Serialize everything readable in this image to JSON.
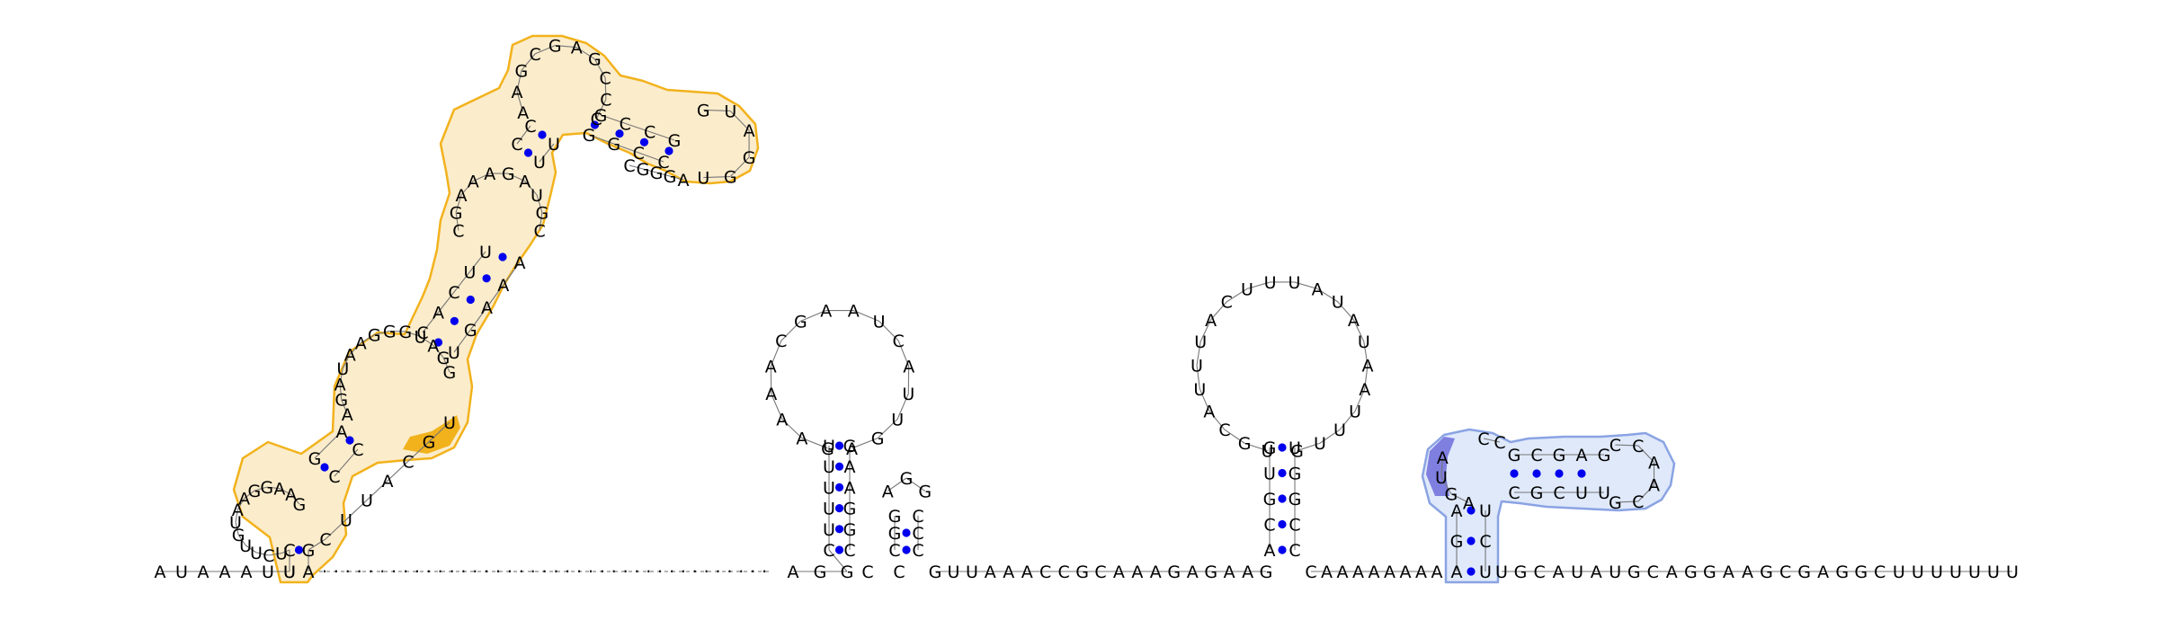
{
  "diagram": {
    "accent_colors": {
      "highlight_outline": "#f2b21c",
      "highlight_fill": "#fbeccb",
      "blue_outline": "#8aa3e3",
      "blue_fill": "#dfe9fa",
      "base_pair": "#0000ee"
    },
    "backbone_start": "AUAAAUU",
    "gap_unpaired_count": 39,
    "backbone_mid": "AGG",
    "hairpin1": {
      "left": "UUUUUC",
      "right": "GAAGGC",
      "loop_left": "GAAAAC",
      "loop_top": "GAAUC",
      "loop_right": "AUUGA"
    },
    "hairpin2": {
      "left": "GGC",
      "loop": "AGG",
      "right": "CCC"
    },
    "linker_a": "GUUAAACCGCAAAGAGAAG",
    "hairpin3": {
      "left": "GUGCA",
      "right": "UGGCC",
      "loop": "UGCAUUUACUUUAUAUAAUUUG"
    },
    "linker_b": "CAAAAAAAA",
    "domain_blue": {
      "stem_left": "AGA",
      "stem_right": "UCU",
      "loop_a": "AGUA",
      "loop_b": "CC",
      "arm_top": "GCGAG",
      "arm_bottom": "CGCUU",
      "arm_loop": "CCAACG"
    },
    "tail": "UGCAUAUGCAGGAAGCGAGGCUUUUUUU",
    "domain_yellow": {
      "stem1_left": "CU",
      "stem1_right": "GA",
      "loop1": "UCUUGUAAGGAAG",
      "bulge1": "CUUACGU",
      "stem2_left": "GA",
      "stem2_right": "CC",
      "inner_loop": "AGAUAAGGGUAGG",
      "stem3_left": "CACUU",
      "stem3_right": "UGAAA",
      "inner_loop2": "CGAAAGAUGC",
      "stem4_left": "CC",
      "stem4_right": "UU",
      "arm_loop": "AAGCGAGCCC",
      "arm_top": "GCCG",
      "arm_bottom": "GGCC",
      "arm_tip": "GUAGGU",
      "arm_return": "AGGGC"
    }
  }
}
